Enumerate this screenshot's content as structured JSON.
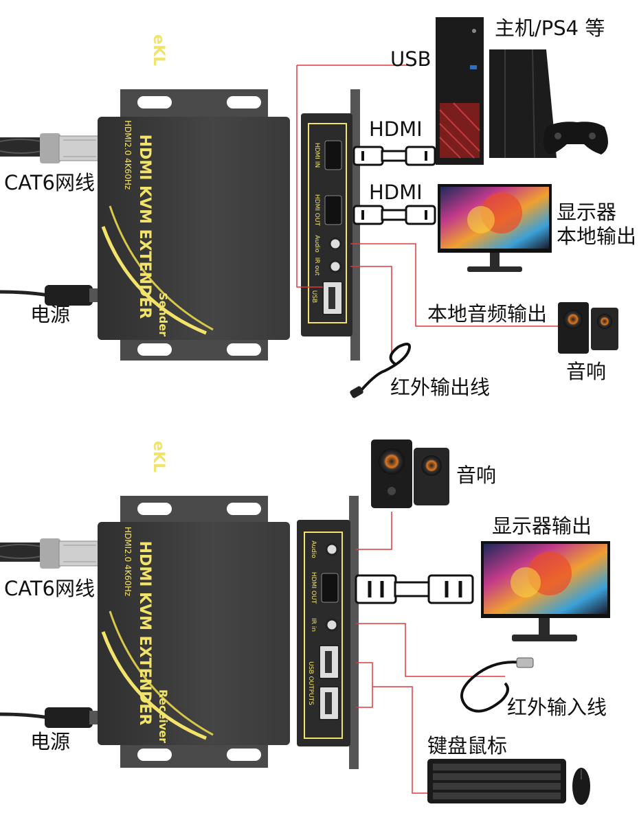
{
  "sender": {
    "labels": {
      "usb": "USB",
      "host": "主机/PS4 等",
      "hdmi_in": "HDMI",
      "hdmi_out": "HDMI",
      "display": "显示器",
      "display_local": "本地输出",
      "cat6": "CAT6网线",
      "power": "电源",
      "local_audio": "本地音频输出",
      "speaker": "音响",
      "ir_cable": "红外输出线"
    },
    "device": {
      "brand": "eKL",
      "title": "HDMI KVM EXTENDER",
      "spec": "HDMI2.0  4K60Hz",
      "role": "Sender",
      "ports": [
        "HDMI IN",
        "HDMI OUT",
        "Audio",
        "IR out",
        "USB"
      ]
    }
  },
  "receiver": {
    "labels": {
      "speaker": "音响",
      "display": "显示器输出",
      "cat6": "CAT6网线",
      "power": "电源",
      "ir_cable": "红外输入线",
      "keyboard_mouse": "键盘鼠标"
    },
    "device": {
      "brand": "eKL",
      "title": "HDMI KVM EXTENDER",
      "spec": "HDMI2.0  4K60Hz",
      "role": "Receiver",
      "ports": [
        "Audio",
        "HDMI OUT",
        "IR in",
        "USB OUTPUTS"
      ]
    }
  },
  "colors": {
    "connector_line": "#e03a3a",
    "device_body": "#3c3c3c",
    "device_text": "#f2e36b",
    "panel": "#2b2b2b"
  }
}
